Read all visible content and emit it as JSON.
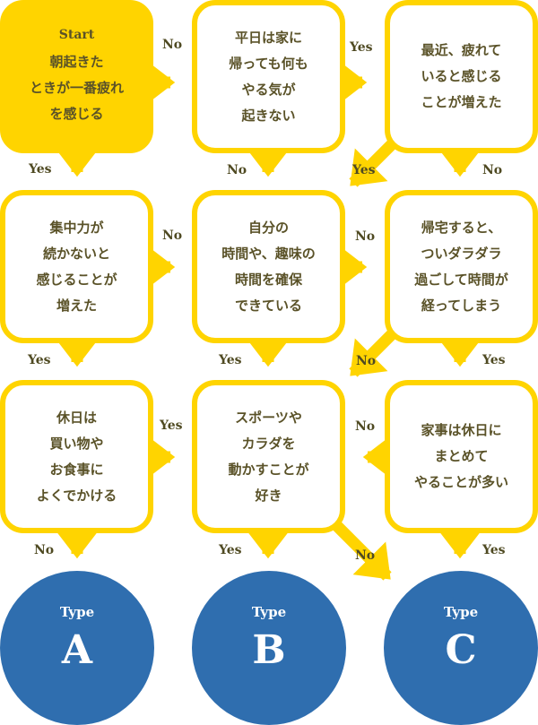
{
  "colors": {
    "accent": "#FFD400",
    "text": "#5a5228",
    "result": "#2F6EAF"
  },
  "nodes": {
    "q1": {
      "start_label": "Start",
      "lines": [
        "朝起きた",
        "ときが一番疲れ",
        "を感じる"
      ]
    },
    "q2": {
      "lines": [
        "平日は家に",
        "帰っても何も",
        "やる気が",
        "起きない"
      ]
    },
    "q3": {
      "lines": [
        "最近、疲れて",
        "いると感じる",
        "ことが増えた"
      ]
    },
    "q4": {
      "lines": [
        "集中力が",
        "続かないと",
        "感じることが",
        "増えた"
      ]
    },
    "q5": {
      "lines": [
        "自分の",
        "時間や、趣味の",
        "時間を確保",
        "できている"
      ]
    },
    "q6": {
      "lines": [
        "帰宅すると、",
        "ついダラダラ",
        "過ごして時間が",
        "経ってしまう"
      ]
    },
    "q7": {
      "lines": [
        "休日は",
        "買い物や",
        "お食事に",
        "よくでかける"
      ]
    },
    "q8": {
      "lines": [
        "スポーツや",
        "カラダを",
        "動かすことが",
        "好き"
      ]
    },
    "q9": {
      "lines": [
        "家事は休日に",
        "まとめて",
        "やることが多い"
      ]
    }
  },
  "results": [
    {
      "type_label": "Type",
      "letter": "A"
    },
    {
      "type_label": "Type",
      "letter": "B"
    },
    {
      "type_label": "Type",
      "letter": "C"
    }
  ],
  "edges": {
    "q1_right": "No",
    "q1_down": "Yes",
    "q2_right": "Yes",
    "q2_down": "No",
    "q3_diag": "Yes",
    "q3_down": "No",
    "q4_right": "No",
    "q4_down": "Yes",
    "q5_right": "No",
    "q5_down": "Yes",
    "q6_diag": "No",
    "q6_down": "Yes",
    "q7_right": "Yes",
    "q7_down": "No",
    "q8_down": "Yes",
    "q8_diag": "No",
    "q9_left": "No",
    "q9_down": "Yes"
  }
}
